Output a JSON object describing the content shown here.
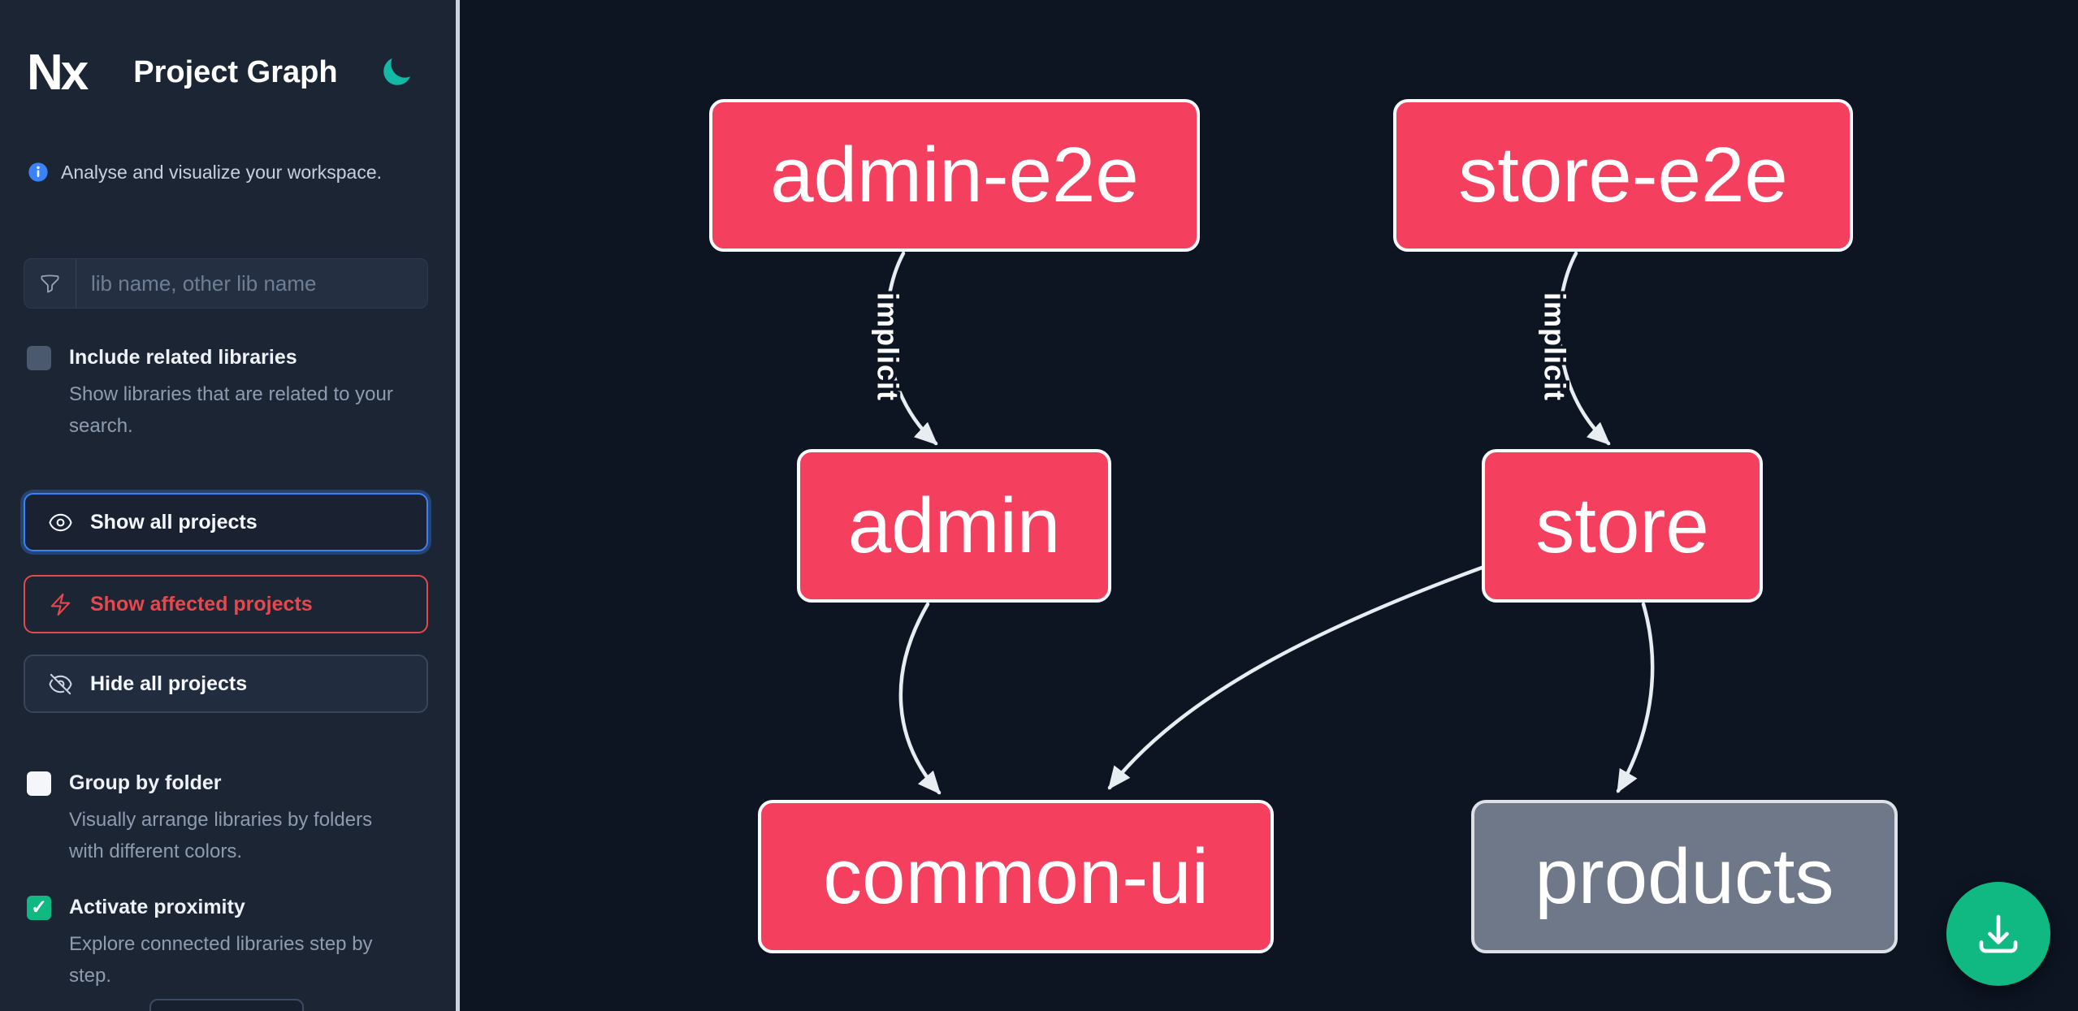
{
  "app": {
    "title": "Project Graph",
    "logo_text": "Nx"
  },
  "sidebar": {
    "tagline": "Analyse and visualize your workspace.",
    "search": {
      "placeholder": "lib name, other lib name",
      "value": ""
    },
    "options": [
      {
        "label": "Include related libraries",
        "description": "Show libraries that are related to your search.",
        "checked": false,
        "disabled": true
      },
      {
        "label": "Group by folder",
        "description": "Visually arrange libraries by folders with different colors.",
        "checked": false,
        "disabled": false
      },
      {
        "label": "Activate proximity",
        "description": "Explore connected libraries step by step.",
        "checked": true,
        "disabled": false
      }
    ],
    "actions": [
      {
        "label": "Show all projects",
        "icon": "eye-icon",
        "state": "focused"
      },
      {
        "label": "Show affected projects",
        "icon": "lightning-icon",
        "state": "affected"
      },
      {
        "label": "Hide all projects",
        "icon": "eye-off-icon",
        "state": "default"
      }
    ]
  },
  "graph": {
    "nodes": [
      {
        "id": "admin-e2e",
        "label": "admin-e2e",
        "color": "#f43f5e"
      },
      {
        "id": "store-e2e",
        "label": "store-e2e",
        "color": "#f43f5e"
      },
      {
        "id": "admin",
        "label": "admin",
        "color": "#f43f5e"
      },
      {
        "id": "store",
        "label": "store",
        "color": "#f43f5e"
      },
      {
        "id": "common-ui",
        "label": "common-ui",
        "color": "#f43f5e"
      },
      {
        "id": "products",
        "label": "products",
        "color": "#6e7888"
      }
    ],
    "edges": [
      {
        "source": "admin-e2e",
        "target": "admin",
        "label": "implicit"
      },
      {
        "source": "store-e2e",
        "target": "store",
        "label": "implicit"
      },
      {
        "source": "admin",
        "target": "common-ui",
        "label": ""
      },
      {
        "source": "store",
        "target": "common-ui",
        "label": ""
      },
      {
        "source": "store",
        "target": "products",
        "label": ""
      }
    ]
  },
  "fab": {
    "icon": "download-icon"
  },
  "icons": {
    "check": "✓"
  },
  "colors": {
    "accent_blue": "#3b82f6",
    "affected_red": "#e5484d",
    "node_pink": "#f43f5e",
    "node_gray": "#6e7888",
    "success_green": "#10b981",
    "edge": "#e8edf2"
  }
}
